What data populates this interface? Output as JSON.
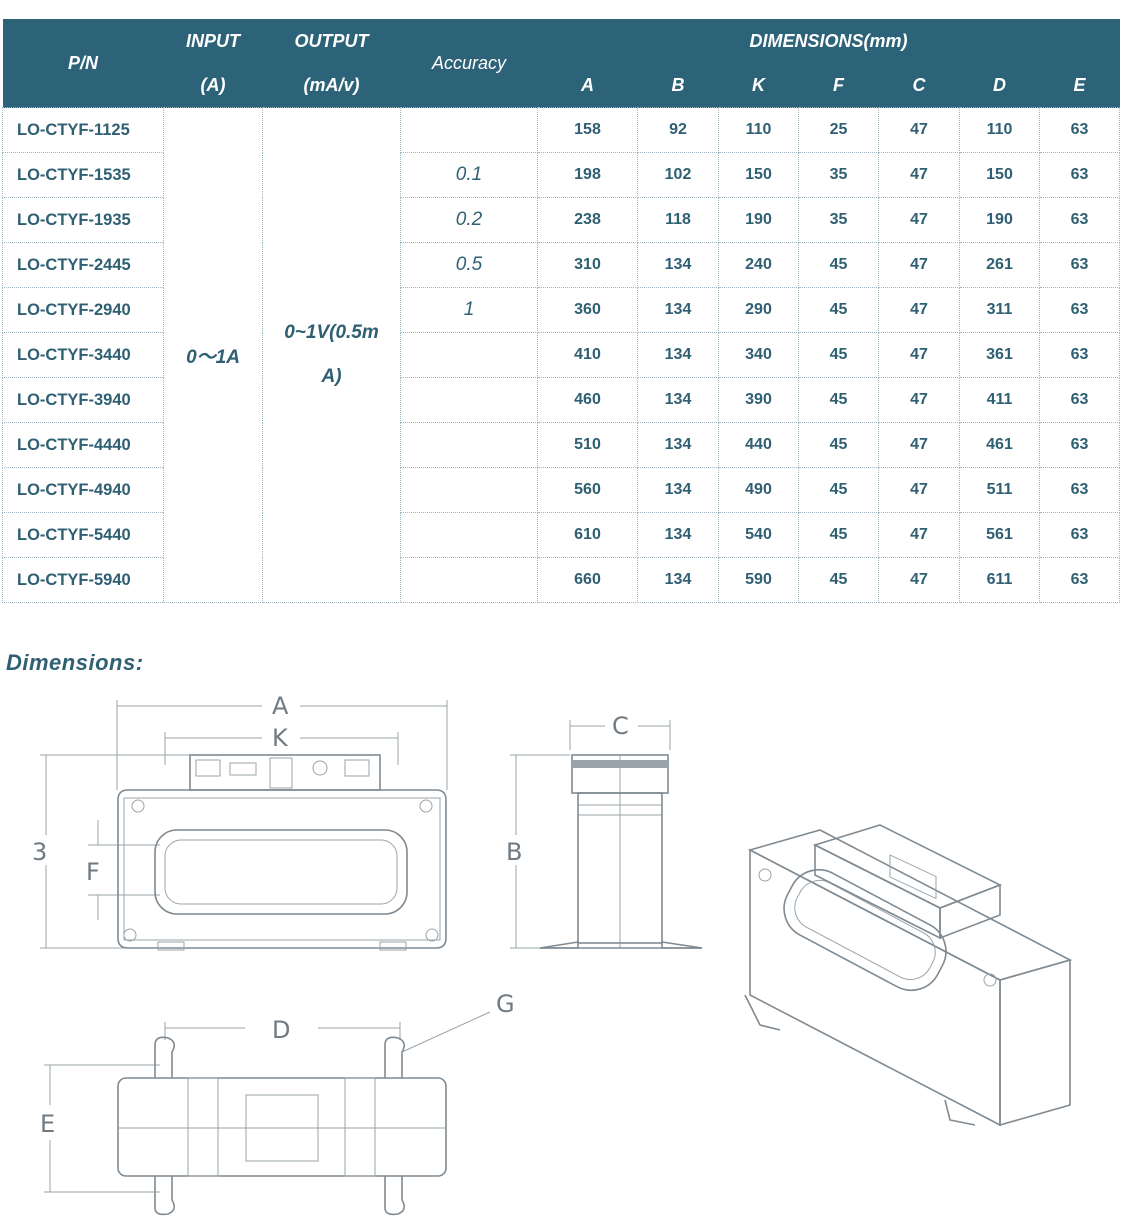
{
  "table": {
    "head": {
      "pn": "P/N",
      "input": "INPUT",
      "input_unit": "(A)",
      "output": "OUTPUT",
      "output_unit": "(mA/v)",
      "accuracy": "Accuracy",
      "dimensions": "DIMENSIONS(mm)",
      "cols": [
        "A",
        "B",
        "K",
        "F",
        "C",
        "D",
        "E"
      ]
    },
    "input_value": "0～1A",
    "output_value_1": "0~1V(0.5m",
    "output_value_2": "A)",
    "rows": [
      {
        "pn": "LO-CTYF-1125",
        "acc": "",
        "dims": [
          "158",
          "92",
          "110",
          "25",
          "47",
          "110",
          "63"
        ]
      },
      {
        "pn": "LO-CTYF-1535",
        "acc": "0.1",
        "dims": [
          "198",
          "102",
          "150",
          "35",
          "47",
          "150",
          "63"
        ]
      },
      {
        "pn": "LO-CTYF-1935",
        "acc": "0.2",
        "dims": [
          "238",
          "118",
          "190",
          "35",
          "47",
          "190",
          "63"
        ]
      },
      {
        "pn": "LO-CTYF-2445",
        "acc": "0.5",
        "dims": [
          "310",
          "134",
          "240",
          "45",
          "47",
          "261",
          "63"
        ]
      },
      {
        "pn": "LO-CTYF-2940",
        "acc": "1",
        "dims": [
          "360",
          "134",
          "290",
          "45",
          "47",
          "311",
          "63"
        ]
      },
      {
        "pn": "LO-CTYF-3440",
        "acc": "",
        "dims": [
          "410",
          "134",
          "340",
          "45",
          "47",
          "361",
          "63"
        ]
      },
      {
        "pn": "LO-CTYF-3940",
        "acc": "",
        "dims": [
          "460",
          "134",
          "390",
          "45",
          "47",
          "411",
          "63"
        ]
      },
      {
        "pn": "LO-CTYF-4440",
        "acc": "",
        "dims": [
          "510",
          "134",
          "440",
          "45",
          "47",
          "461",
          "63"
        ]
      },
      {
        "pn": "LO-CTYF-4940",
        "acc": "",
        "dims": [
          "560",
          "134",
          "490",
          "45",
          "47",
          "511",
          "63"
        ]
      },
      {
        "pn": "LO-CTYF-5440",
        "acc": "",
        "dims": [
          "610",
          "134",
          "540",
          "45",
          "47",
          "561",
          "63"
        ]
      },
      {
        "pn": "LO-CTYF-5940",
        "acc": "",
        "dims": [
          "660",
          "134",
          "590",
          "45",
          "47",
          "611",
          "63"
        ]
      }
    ]
  },
  "dimensions_title": "Dimensions:",
  "drawing_labels": {
    "a": "A",
    "k": "K",
    "b_front": "3",
    "f": "F",
    "c": "C",
    "b_side": "B",
    "d": "D",
    "g": "G",
    "e": "E"
  },
  "colors": {
    "header_bg": "#2d6378",
    "text": "#2f5f72",
    "drawing_line": "#7f8a92"
  }
}
